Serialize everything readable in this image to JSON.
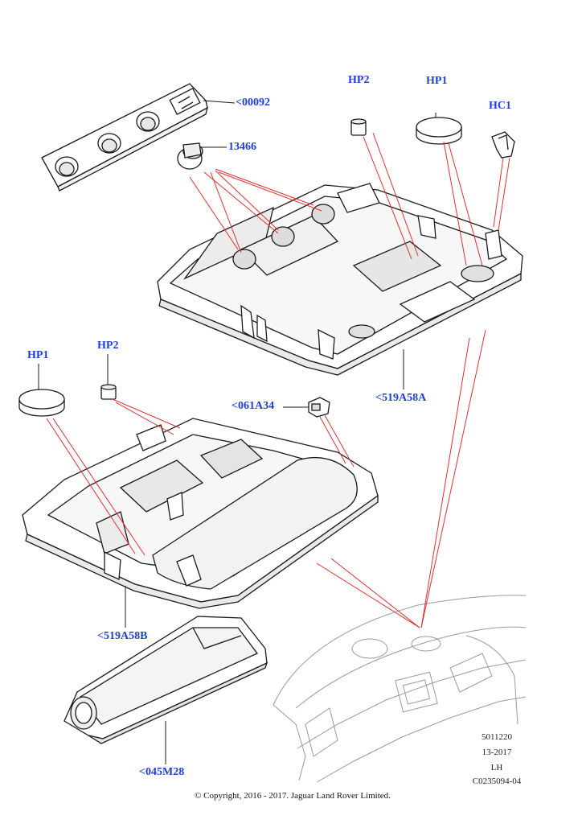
{
  "callouts": {
    "part_00092": "<00092",
    "part_13466": "13466",
    "hp2_top": "HP2",
    "hp1_top": "HP1",
    "hc1": "HC1",
    "part_519A58A": "<519A58A",
    "hp1_left": "HP1",
    "hp2_left": "HP2",
    "part_061A34": "<061A34",
    "part_519A58B": "<519A58B",
    "part_045M28": "<045M28"
  },
  "info": {
    "code": "5011220",
    "date": "13-2017",
    "side": "LH",
    "ref": "C0235094-04"
  },
  "footer": {
    "copyright": "© Copyright, 2016 - 2017. Jaguar Land Rover Limited."
  },
  "colors": {
    "callout_text": "#1d3fd6",
    "leader_line": "#e03030",
    "part_outline": "#1a1a1a",
    "vehicle_outline": "#9a9a9a"
  }
}
